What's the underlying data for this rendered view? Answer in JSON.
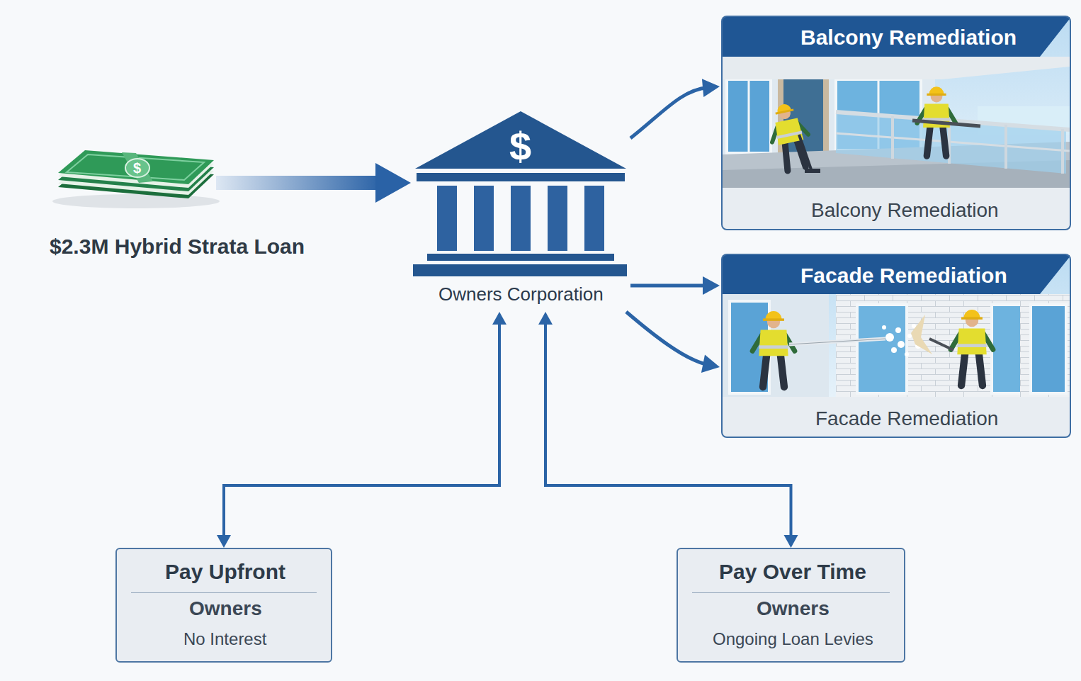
{
  "diagram": {
    "nodes": [
      {
        "text": [
          "$2.3M Hybrid Strata Loan"
        ]
      },
      {
        "text": [
          "Owners Corporation"
        ]
      },
      {
        "text": [
          "Balcony Remediation",
          "Balcony Remediation"
        ]
      },
      {
        "text": [
          "Facade Remediation",
          "Facade Remediation"
        ]
      },
      {
        "text": [
          "Pay Upfront",
          "Owners",
          "No Interest"
        ]
      },
      {
        "text": [
          "Pay Over Time",
          "Owners",
          "Ongoing Loan Levies"
        ]
      }
    ],
    "edges": [
      {
        "from": 0,
        "to": 1,
        "arrow": "to"
      },
      {
        "from": 1,
        "to": 2,
        "arrow": "to"
      },
      {
        "from": 1,
        "to": 3,
        "arrow": "to"
      },
      {
        "from": 1,
        "to": 3,
        "arrow": "to"
      },
      {
        "from": 4,
        "to": 1,
        "arrow": "both"
      },
      {
        "from": 1,
        "to": 5,
        "arrow": "both"
      }
    ],
    "labels": [
      "$",
      "$"
    ]
  }
}
